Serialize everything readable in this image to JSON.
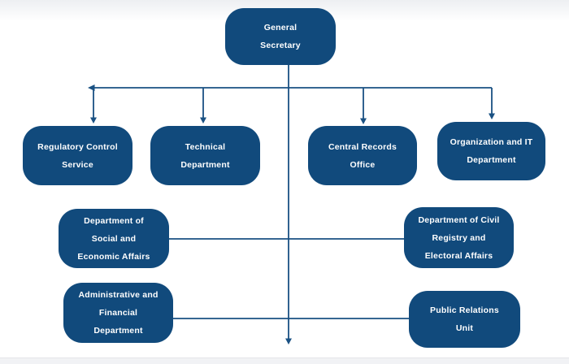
{
  "diagram": {
    "type": "org-chart",
    "title": "General Secretary organization chart",
    "nodes": [
      {
        "id": "general-secretary",
        "label": "General Secretary",
        "lines": [
          "General",
          "Secretary"
        ]
      },
      {
        "id": "regulatory-control-service",
        "label": "Regulatory Control Service",
        "lines": [
          "Regulatory Control",
          "Service"
        ]
      },
      {
        "id": "technical-department",
        "label": "Technical Department",
        "lines": [
          "Technical",
          "Department"
        ]
      },
      {
        "id": "central-records-office",
        "label": "Central Records Office",
        "lines": [
          "Central Records",
          "Office"
        ]
      },
      {
        "id": "organization-it-department",
        "label": "Organization and IT Department",
        "lines": [
          "Organization and IT",
          "Department"
        ]
      },
      {
        "id": "dept-social-economic-affairs",
        "label": "Department of Social and Economic Affairs",
        "lines": [
          "Department of",
          "Social and",
          "Economic Affairs"
        ]
      },
      {
        "id": "dept-civil-registry-electoral",
        "label": "Department of Civil Registry and Electoral Affairs",
        "lines": [
          "Department of Civil",
          "Registry and",
          "Electoral Affairs"
        ]
      },
      {
        "id": "administrative-financial-department",
        "label": "Administrative and Financial Department",
        "lines": [
          "Administrative and",
          "Financial",
          "Department"
        ]
      },
      {
        "id": "public-relations-unit",
        "label": "Public Relations Unit",
        "lines": [
          "Public Relations",
          "Unit"
        ]
      }
    ],
    "edges": [
      {
        "from": "general-secretary",
        "to": "regulatory-control-service"
      },
      {
        "from": "general-secretary",
        "to": "technical-department"
      },
      {
        "from": "general-secretary",
        "to": "central-records-office"
      },
      {
        "from": "general-secretary",
        "to": "organization-it-department"
      },
      {
        "from": "general-secretary",
        "to": "dept-social-economic-affairs"
      },
      {
        "from": "general-secretary",
        "to": "dept-civil-registry-electoral"
      },
      {
        "from": "general-secretary",
        "to": "administrative-financial-department"
      },
      {
        "from": "general-secretary",
        "to": "public-relations-unit"
      }
    ],
    "colors": {
      "node_fill": "#114a7c",
      "node_text": "#ffffff",
      "connector": "#1a5183",
      "background_top": "#edeff2",
      "background": "#ffffff",
      "footer_strip": "#f1f2f5"
    }
  }
}
